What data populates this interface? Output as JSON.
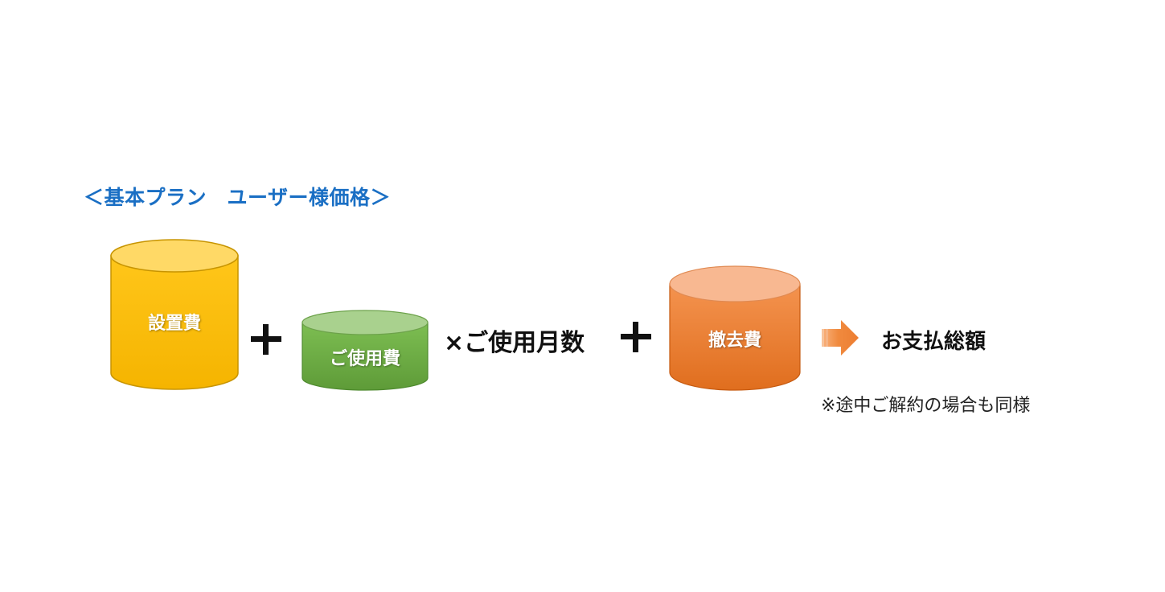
{
  "title": "＜基本プラン　ユーザー様価格＞",
  "items": {
    "setup": {
      "label": "設置費",
      "color": "#FFC000"
    },
    "usage": {
      "label": "ご使用費",
      "color": "#70AD47"
    },
    "removal": {
      "label": "撤去費",
      "color": "#ED7D31"
    }
  },
  "operators": {
    "plus": "+",
    "times_months": "×ご使用月数"
  },
  "result": "お支払総額",
  "note": "※途中ご解約の場合も同様",
  "colors": {
    "title": "#1A6FC4",
    "arrow": "#ED7D31"
  },
  "icons": {
    "arrow": "right-arrow-icon"
  }
}
